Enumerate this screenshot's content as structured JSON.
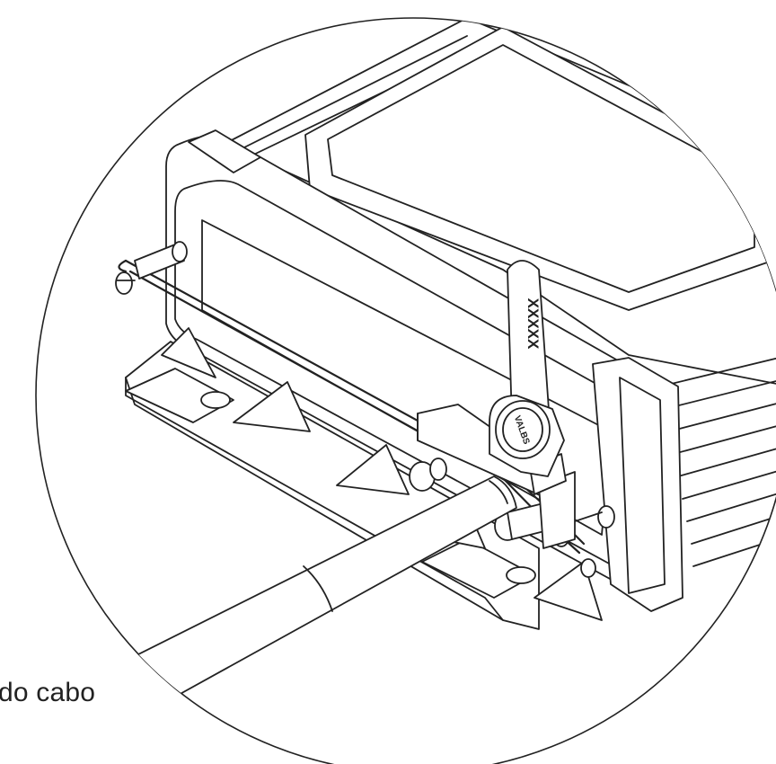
{
  "labels": {
    "cable_caption": "do cabo",
    "seal_tag_marking": "XXXXX",
    "seal_head_marking": "VALBS"
  },
  "colors": {
    "ink": "#222222",
    "paper": "#ffffff"
  }
}
